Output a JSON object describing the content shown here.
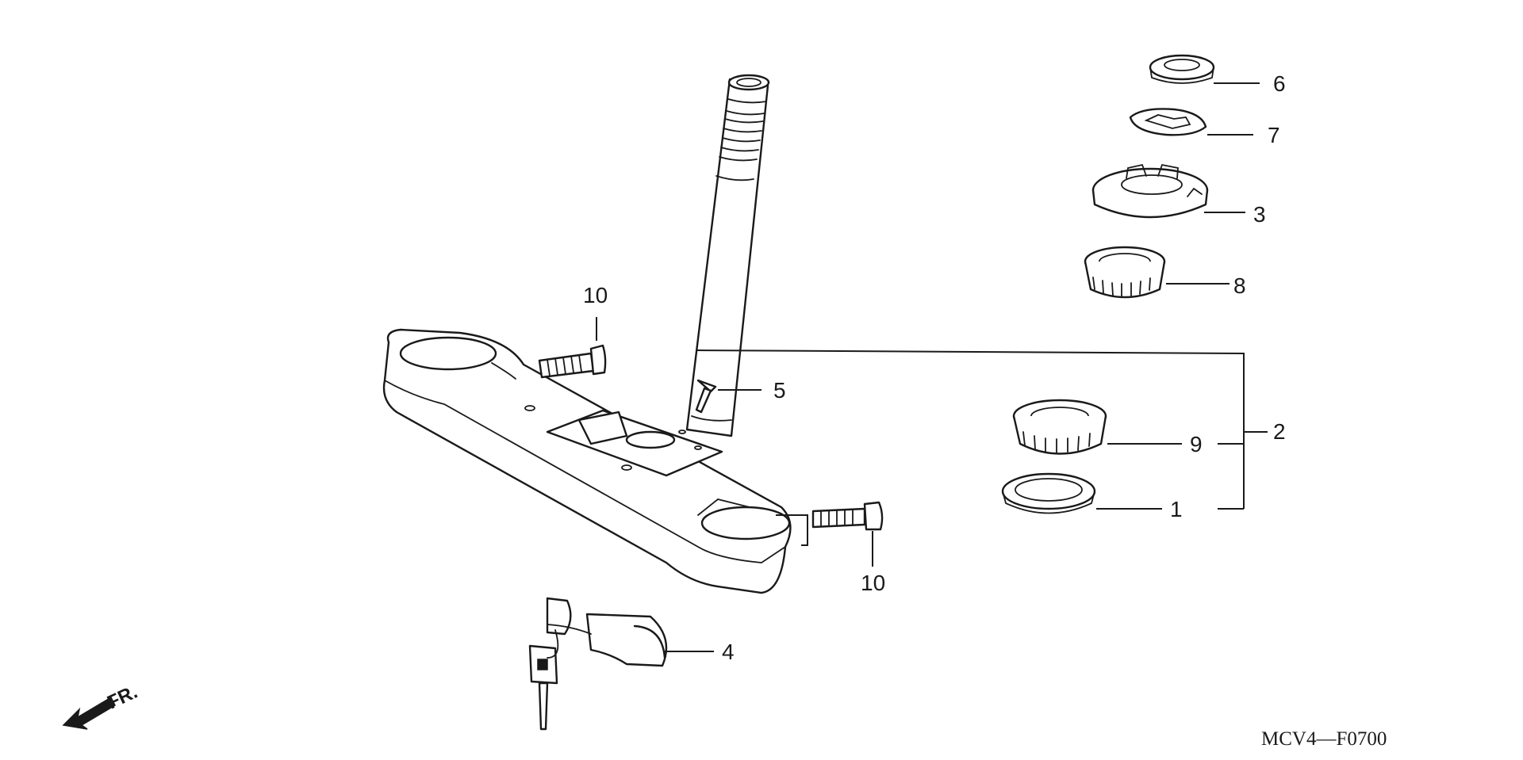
{
  "diagram": {
    "parts": [
      {
        "id": "p1",
        "label": "1"
      },
      {
        "id": "p2",
        "label": "2"
      },
      {
        "id": "p3",
        "label": "3"
      },
      {
        "id": "p4",
        "label": "4"
      },
      {
        "id": "p5",
        "label": "5"
      },
      {
        "id": "p6",
        "label": "6"
      },
      {
        "id": "p7",
        "label": "7"
      },
      {
        "id": "p8",
        "label": "8"
      },
      {
        "id": "p9",
        "label": "9"
      },
      {
        "id": "p10a",
        "label": "10"
      },
      {
        "id": "p10b",
        "label": "10"
      }
    ],
    "direction_label": "FR.",
    "diagram_code": "MCV4—F0700",
    "colors": {
      "ink": "#1a1a1a",
      "background": "#ffffff"
    }
  }
}
